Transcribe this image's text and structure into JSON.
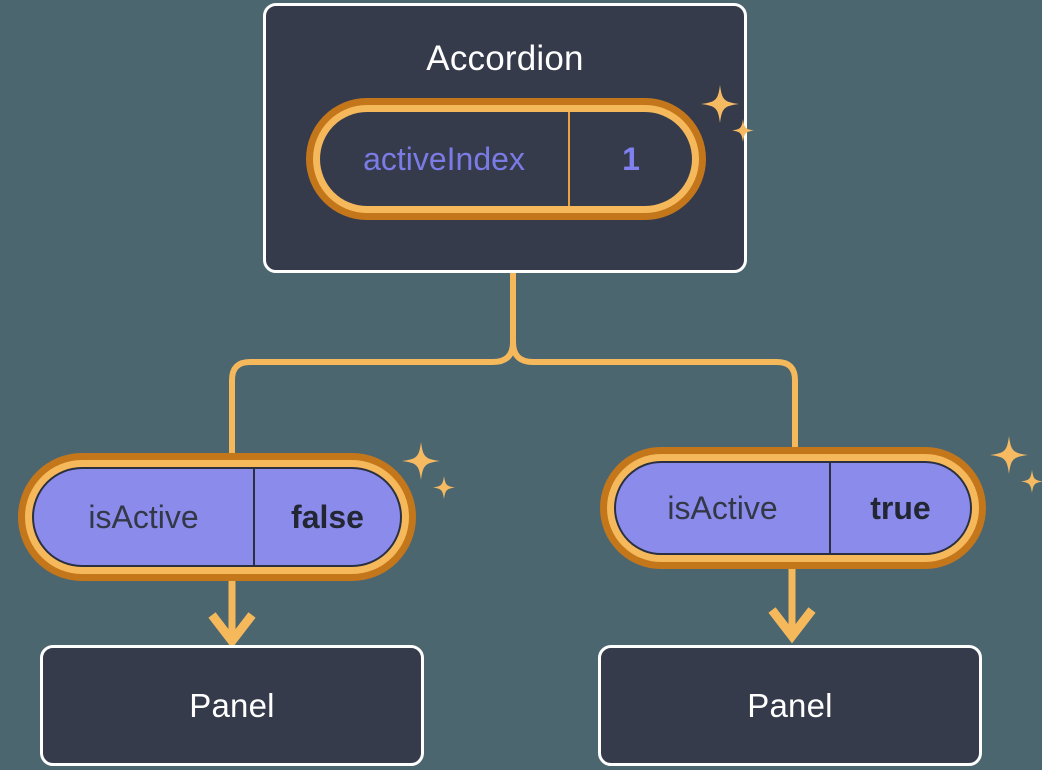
{
  "diagram": {
    "type": "component-state-tree",
    "background_color": "#4c666f",
    "accent_color": "#f5b95c",
    "ring_outer_color": "#c4761b",
    "box_fill_color": "#353b4b",
    "pill_fill_color": "#8b8bec",
    "title": "Accordion"
  },
  "root": {
    "label": "Accordion",
    "state": {
      "key": "activeIndex",
      "value": "1",
      "key_color": "#7b7be6",
      "value_color": "#8080f0"
    },
    "sparkle_name": "sparkle-icon"
  },
  "branches": [
    {
      "id": "left",
      "state": {
        "key": "isActive",
        "value": "false"
      },
      "child": {
        "label": "Panel"
      },
      "sparkle_name": "sparkle-icon"
    },
    {
      "id": "right",
      "state": {
        "key": "isActive",
        "value": "true"
      },
      "child": {
        "label": "Panel"
      },
      "sparkle_name": "sparkle-icon"
    }
  ],
  "connectors": {
    "stroke_color": "#f5b95c",
    "stroke_width": 6,
    "arrow_name": "arrow-down-icon"
  }
}
